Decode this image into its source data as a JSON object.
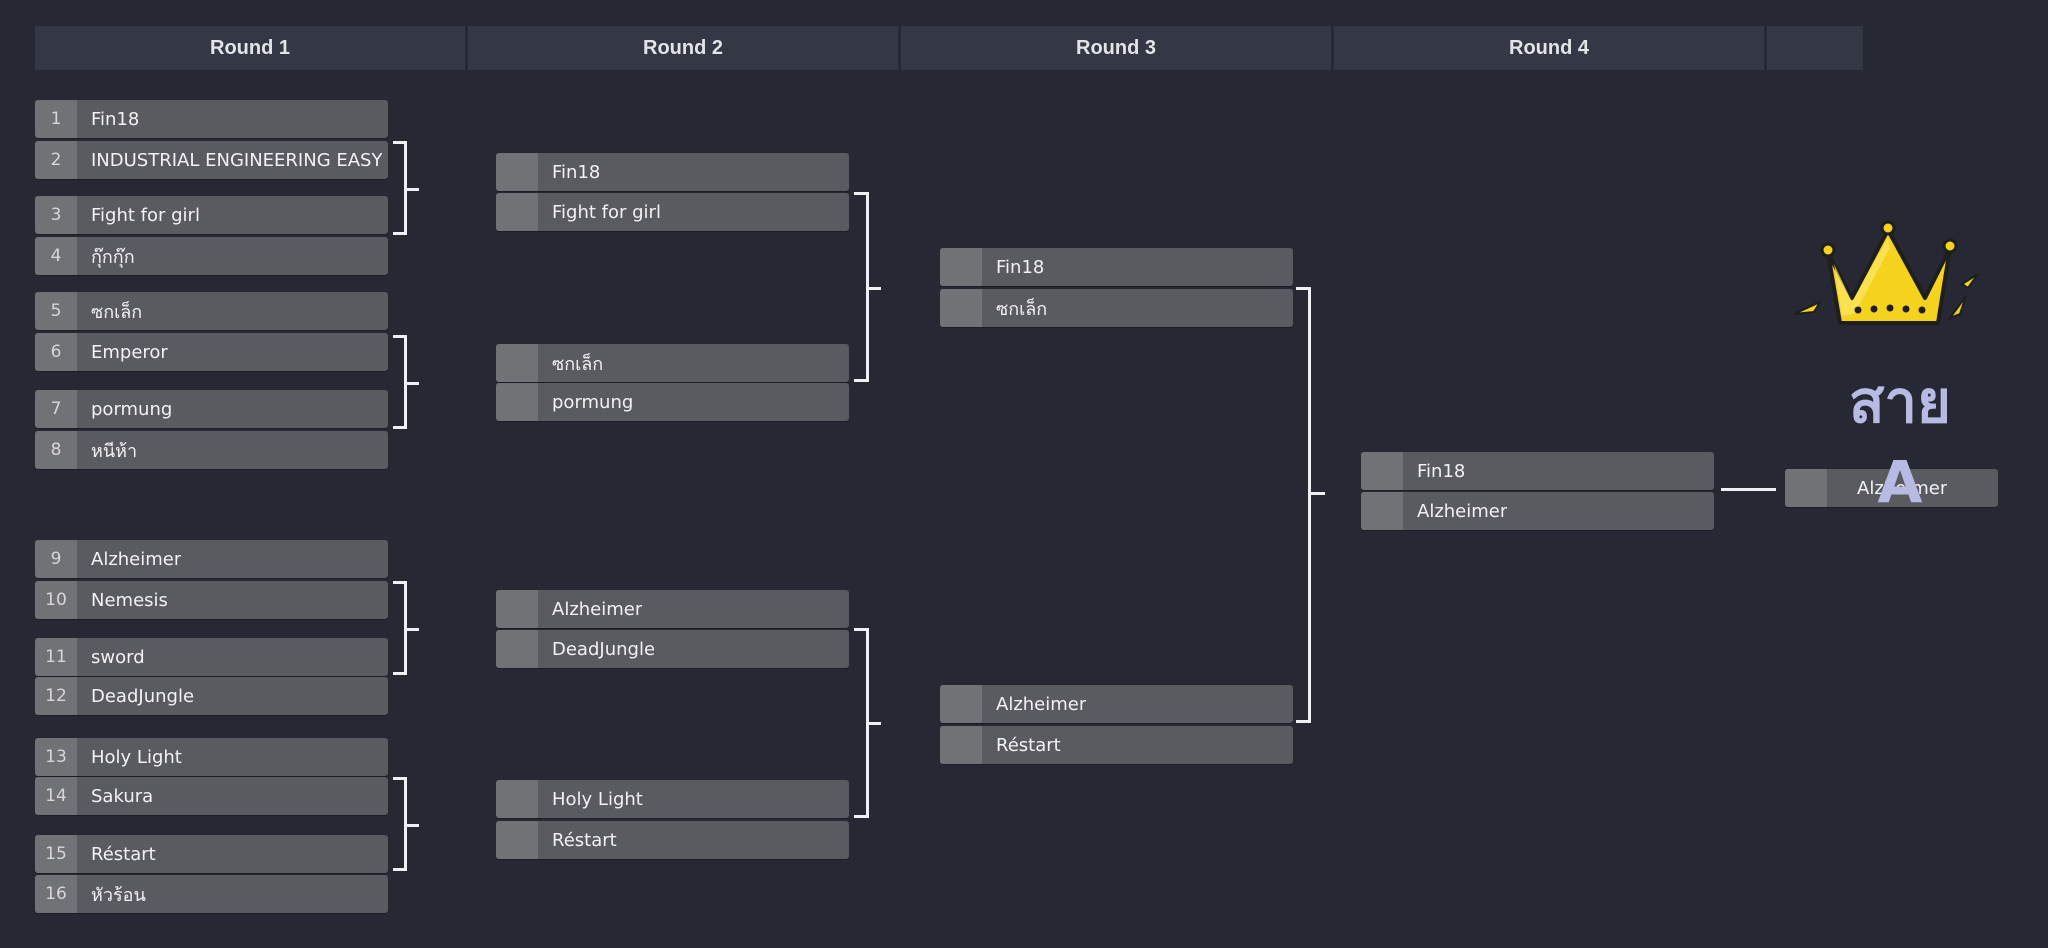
{
  "headers": [
    "Round 1",
    "Round 2",
    "Round 3",
    "Round 4",
    ""
  ],
  "round1": [
    {
      "seed": "1",
      "name": "Fin18"
    },
    {
      "seed": "2",
      "name": "INDUSTRIAL ENGINEERING EASY"
    },
    {
      "seed": "3",
      "name": "Fight for girl"
    },
    {
      "seed": "4",
      "name": "กุ๊กกุ๊ก"
    },
    {
      "seed": "5",
      "name": "ซกเล็ก"
    },
    {
      "seed": "6",
      "name": "Emperor"
    },
    {
      "seed": "7",
      "name": "pormung"
    },
    {
      "seed": "8",
      "name": "หนีห้า"
    },
    {
      "seed": "9",
      "name": "Alzheimer"
    },
    {
      "seed": "10",
      "name": "Nemesis"
    },
    {
      "seed": "11",
      "name": "sword"
    },
    {
      "seed": "12",
      "name": "DeadJungle"
    },
    {
      "seed": "13",
      "name": "Holy Light"
    },
    {
      "seed": "14",
      "name": "Sakura"
    },
    {
      "seed": "15",
      "name": "Réstart"
    },
    {
      "seed": "16",
      "name": "หัวร้อน"
    }
  ],
  "round2": [
    "Fin18",
    "Fight for girl",
    "ซกเล็ก",
    "pormung",
    "Alzheimer",
    "DeadJungle",
    "Holy Light",
    "Réstart"
  ],
  "round3": [
    "Fin18",
    "ซกเล็ก",
    "Alzheimer",
    "Réstart"
  ],
  "round4": [
    "Fin18",
    "Alzheimer"
  ],
  "winner": "Alzheimer",
  "brand": {
    "title": "สาย A"
  },
  "icons": {
    "trophy": "crown-icon"
  },
  "colors": {
    "background": "#262833",
    "header": "#343744",
    "slot": "#5a5b60",
    "seed": "#717276",
    "line": "#eef0f3",
    "brand": "#b7bbe3",
    "crown": "#f5d21d"
  }
}
